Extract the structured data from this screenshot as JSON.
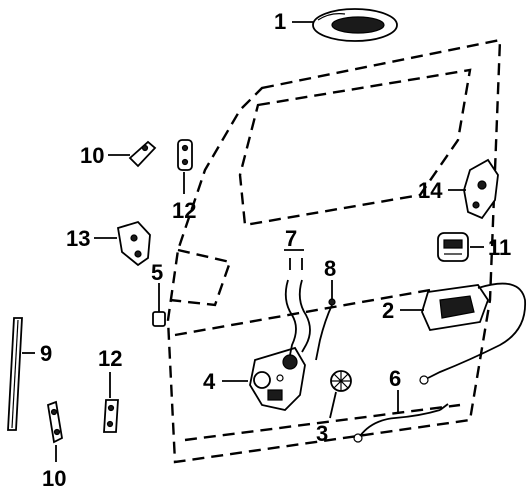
{
  "callouts": [
    {
      "id": "1",
      "label": "1",
      "part": "outside-handle"
    },
    {
      "id": "2",
      "label": "2",
      "part": "inside-handle"
    },
    {
      "id": "3",
      "label": "3",
      "part": "lock-cylinder"
    },
    {
      "id": "4",
      "label": "4",
      "part": "latch-assembly"
    },
    {
      "id": "5",
      "label": "5",
      "part": "rod-clip"
    },
    {
      "id": "6",
      "label": "6",
      "part": "release-cable"
    },
    {
      "id": "7",
      "label": "7",
      "part": "lock-rods"
    },
    {
      "id": "8",
      "label": "8",
      "part": "rod"
    },
    {
      "id": "9",
      "label": "9",
      "part": "weatherstrip"
    },
    {
      "id": "10a",
      "label": "10",
      "part": "hinge-upper-pin"
    },
    {
      "id": "10b",
      "label": "10",
      "part": "hinge-lower-pin"
    },
    {
      "id": "11",
      "label": "11",
      "part": "lock-knob"
    },
    {
      "id": "12a",
      "label": "12",
      "part": "hinge-upper"
    },
    {
      "id": "12b",
      "label": "12",
      "part": "hinge-lower"
    },
    {
      "id": "13",
      "label": "13",
      "part": "striker-bracket"
    },
    {
      "id": "14",
      "label": "14",
      "part": "striker"
    }
  ]
}
